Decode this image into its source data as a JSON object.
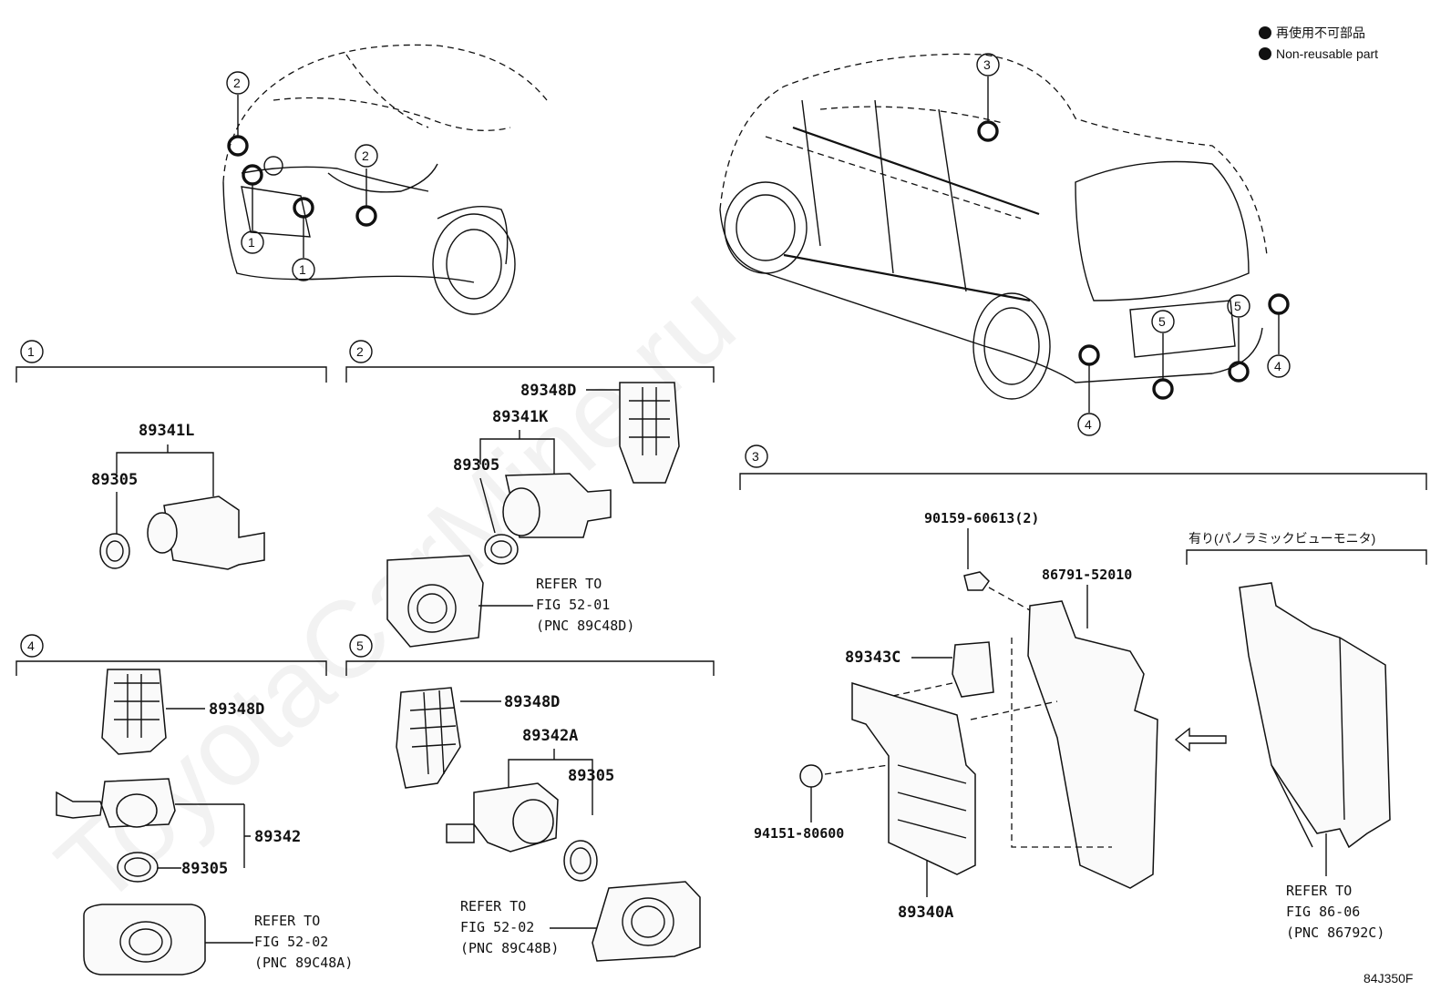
{
  "legend": {
    "jp": "再使用不可部品",
    "en": "Non-reusable part"
  },
  "watermark": "ToyotaCarMine.ru",
  "figure_code": "84J350F",
  "sections": {
    "s1": "1",
    "s2": "2",
    "s3": "3",
    "s4": "4",
    "s5": "5"
  },
  "callouts": {
    "c1": "1",
    "c2": "2",
    "c3": "3",
    "c4": "4",
    "c5": "5"
  },
  "parts": {
    "p89341L": "89341L",
    "p89305": "89305",
    "p89348D": "89348D",
    "p89341K": "89341K",
    "p89342": "89342",
    "p89342A": "89342A",
    "p90159": "90159-60613(2)",
    "p86791": "86791-52010",
    "p89343C": "89343C",
    "p94151": "94151-80600",
    "p89340A": "89340A"
  },
  "panoramic_note": "有り(パノラミックビューモニタ)",
  "refs": {
    "r1": {
      "a": "REFER TO",
      "b": "FIG 52-01",
      "c": "(PNC 89C48D)"
    },
    "r2": {
      "a": "REFER TO",
      "b": "FIG 52-02",
      "c": "(PNC 89C48A)"
    },
    "r3": {
      "a": "REFER TO",
      "b": "FIG 52-02",
      "c": "(PNC 89C48B)"
    },
    "r4": {
      "a": "REFER TO",
      "b": "FIG 86-06",
      "c": "(PNC 86792C)"
    }
  }
}
